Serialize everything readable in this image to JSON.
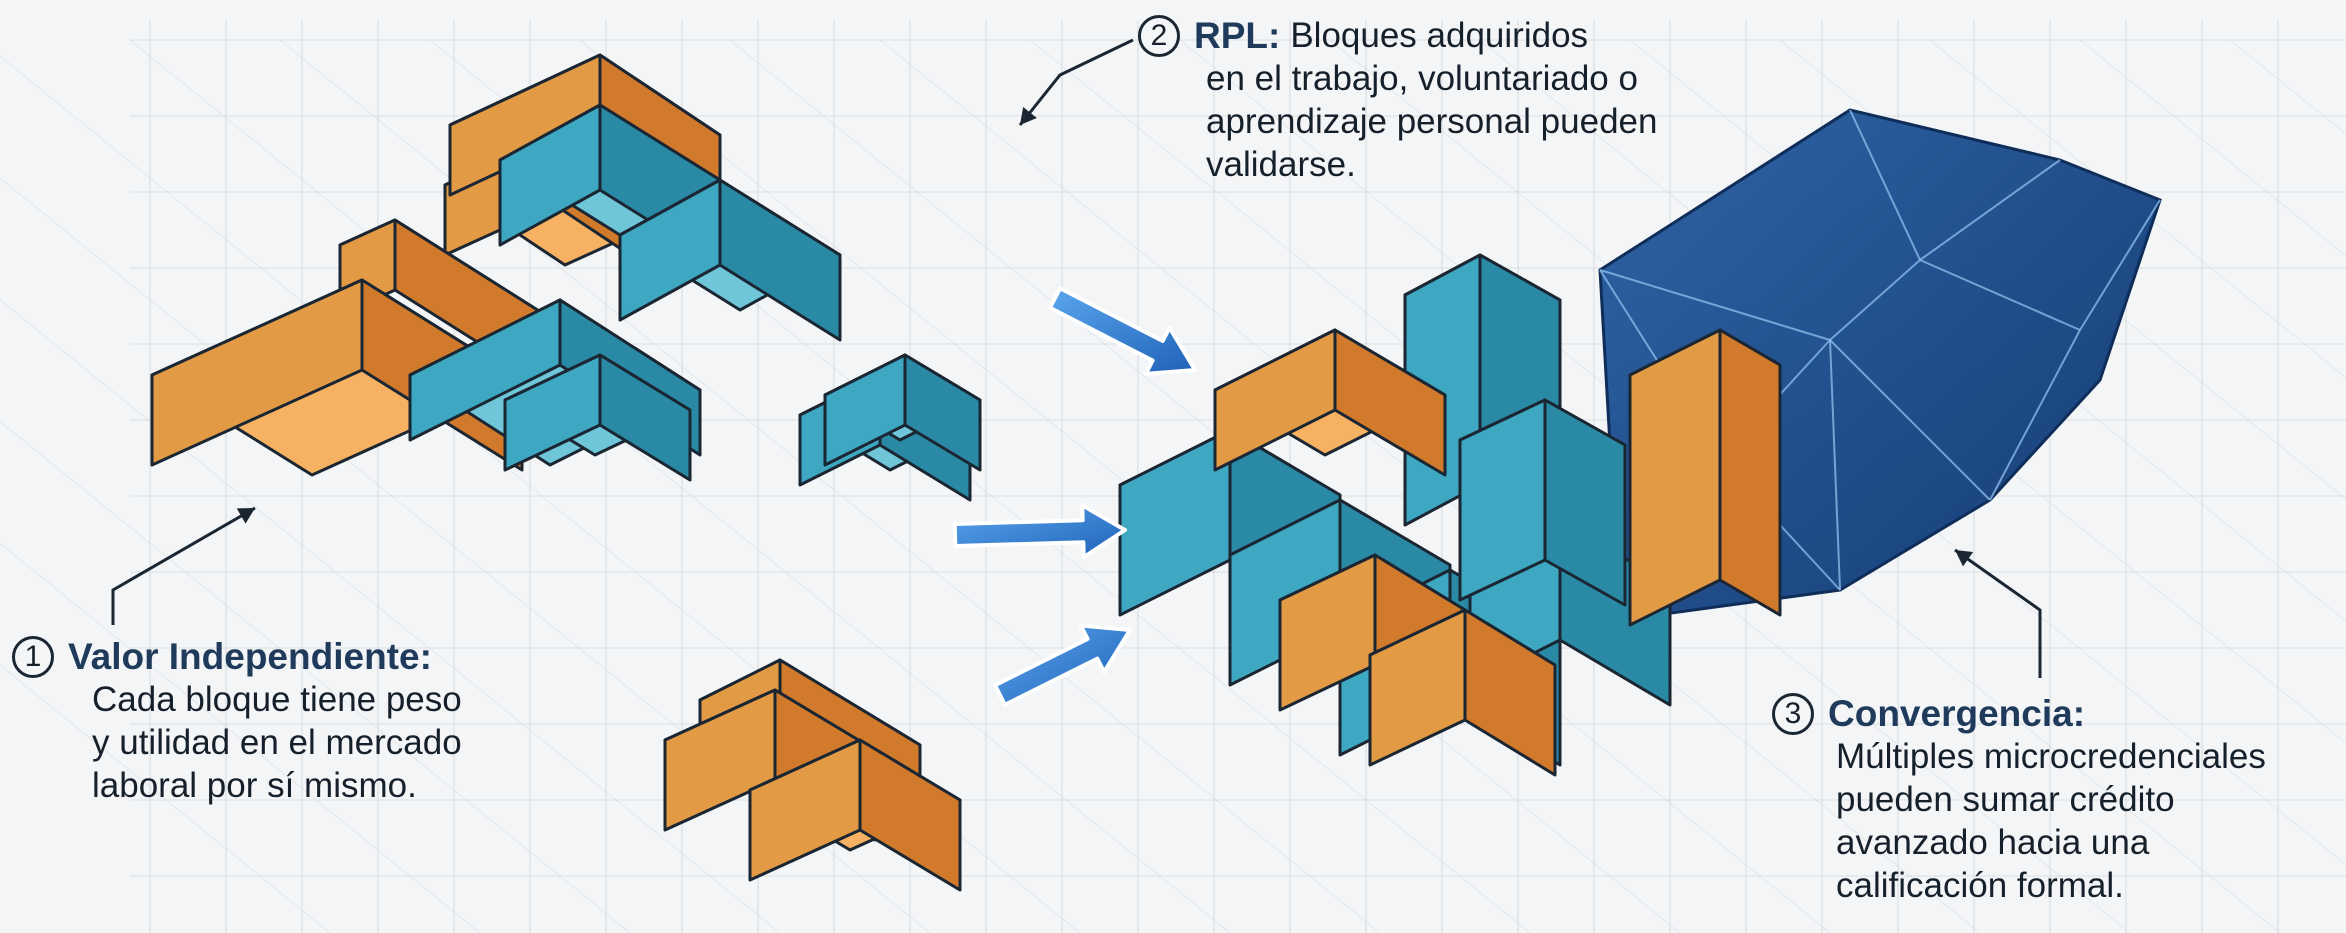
{
  "callouts": [
    {
      "number": "1",
      "title": "Valor Independiente:",
      "body": "Cada bloque tiene peso\ny utilidad en el mercado\nlaboral por sí mismo."
    },
    {
      "number": "2",
      "title": "RPL:",
      "body_first_line": "Bloques adquiridos",
      "body_rest": "en el trabajo, voluntariado o\naprendizaje personal pueden\nvalidarse."
    },
    {
      "number": "3",
      "title": "Convergencia:",
      "body": "Múltiples microcredenciales\npueden sumar crédito\navanzado hacia una\ncalificación formal."
    }
  ],
  "colors": {
    "background": "#f3f5f7",
    "grid": "#c9cfd6",
    "orange_top": "#f6b262",
    "orange_left": "#e39a45",
    "orange_right": "#d27a2c",
    "teal_top": "#6fc6d8",
    "teal_left": "#3ea7c2",
    "teal_right": "#2a8aa6",
    "crystal": "#1f4f8a",
    "arrow_blue": "#2f7fd6",
    "text": "#16202b"
  }
}
